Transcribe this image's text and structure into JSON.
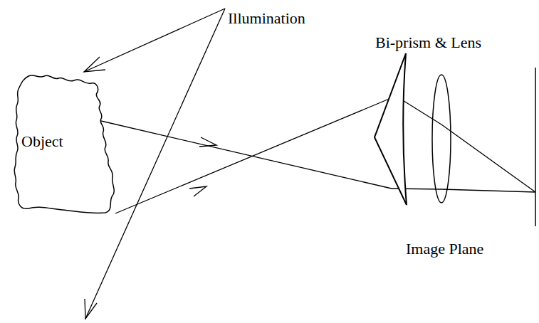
{
  "diagram": {
    "nodes": [
      {
        "text": [
          "Object"
        ]
      }
    ],
    "labels": [
      "Illumination",
      "Bi-prism & Lens",
      "Image Plane"
    ]
  }
}
